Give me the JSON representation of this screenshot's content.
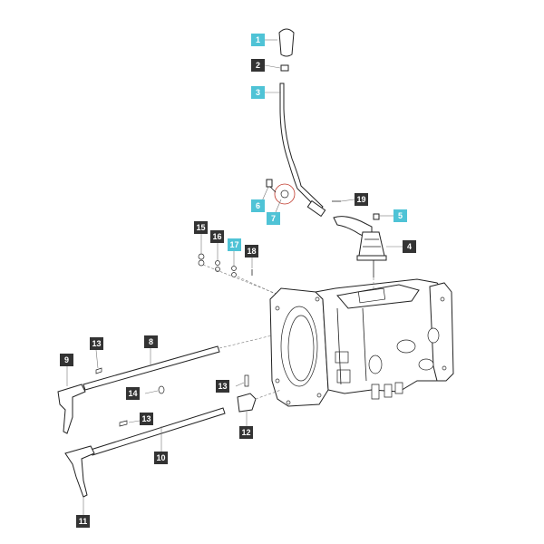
{
  "colors": {
    "callout_default": "#333333",
    "callout_highlight": "#4fc3d6",
    "callout_text": "#ffffff",
    "part_outline": "#222222",
    "circle_marker": "#c0392b"
  },
  "callouts": [
    {
      "id": "c1",
      "label": "1",
      "highlighted": true
    },
    {
      "id": "c2",
      "label": "2",
      "highlighted": false
    },
    {
      "id": "c3",
      "label": "3",
      "highlighted": true
    },
    {
      "id": "c4",
      "label": "4",
      "highlighted": false
    },
    {
      "id": "c5",
      "label": "5",
      "highlighted": true
    },
    {
      "id": "c6",
      "label": "6",
      "highlighted": true
    },
    {
      "id": "c7",
      "label": "7",
      "highlighted": true
    },
    {
      "id": "c8",
      "label": "8",
      "highlighted": false
    },
    {
      "id": "c9",
      "label": "9",
      "highlighted": false
    },
    {
      "id": "c10",
      "label": "10",
      "highlighted": false
    },
    {
      "id": "c11",
      "label": "11",
      "highlighted": false
    },
    {
      "id": "c12",
      "label": "12",
      "highlighted": false
    },
    {
      "id": "c13a",
      "label": "13",
      "highlighted": false
    },
    {
      "id": "c13b",
      "label": "13",
      "highlighted": false
    },
    {
      "id": "c13c",
      "label": "13",
      "highlighted": false
    },
    {
      "id": "c14",
      "label": "14",
      "highlighted": false
    },
    {
      "id": "c15",
      "label": "15",
      "highlighted": false
    },
    {
      "id": "c16",
      "label": "16",
      "highlighted": false
    },
    {
      "id": "c17",
      "label": "17",
      "highlighted": true
    },
    {
      "id": "c18",
      "label": "18",
      "highlighted": false
    },
    {
      "id": "c19",
      "label": "19",
      "highlighted": false
    }
  ]
}
